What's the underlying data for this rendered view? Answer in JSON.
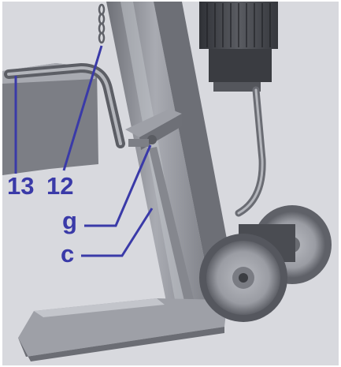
{
  "diagram": {
    "background_color": "#d8d9de",
    "callout_color": "#3a3aa8",
    "metal_color": "#8d8f96",
    "callouts": [
      {
        "id": "label-13",
        "text": "13"
      },
      {
        "id": "label-12",
        "text": "12"
      },
      {
        "id": "label-g",
        "text": "g"
      },
      {
        "id": "label-c",
        "text": "c"
      }
    ]
  }
}
